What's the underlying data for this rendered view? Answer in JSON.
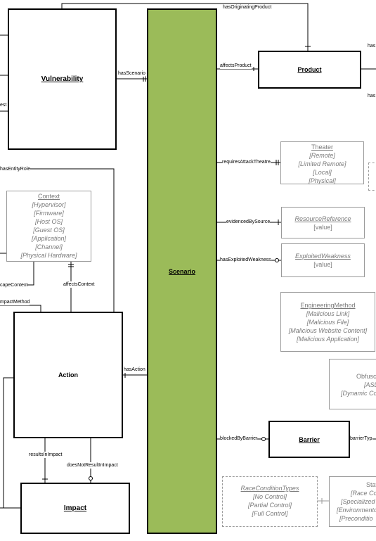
{
  "entities": {
    "vulnerability": "Vulnerability",
    "scenario": "Scenario",
    "product": "Product",
    "action": "Action",
    "impact": "Impact",
    "barrier": "Barrier"
  },
  "context": {
    "title": "Context",
    "values": [
      "[Hypervisor]",
      "[Firmware]",
      "[Host OS]",
      "[Guest OS]",
      "[Application]",
      "[Channel]",
      "[Physical Hardware]"
    ]
  },
  "theater": {
    "title": "Theater",
    "values": [
      "[Remote]",
      "[Limited Remote]",
      "[Local]",
      "[Physical]"
    ]
  },
  "resource_reference": {
    "title": "ResourceReference",
    "value": "[value]"
  },
  "exploited_weakness": {
    "title": "ExploitedWeakness",
    "value": "[value]"
  },
  "engineering_method": {
    "title": "EngineeringMethod",
    "values": [
      "[Malicious Link]",
      "[Malicious File]",
      "[Malicious Website Content]",
      "[Malicious Application]"
    ]
  },
  "obfuscation": {
    "title": "Obfusc",
    "values": [
      "[ASL",
      "[Dynamic Co"
    ]
  },
  "race_condition_types": {
    "title": "RaceConditionTypes",
    "values": [
      "[No Control]",
      "[Partial Control]",
      "[Full Control]"
    ]
  },
  "state": {
    "title": "Stat",
    "values": [
      "[Race Co",
      "[Specialized",
      "[Environmento",
      "[Preconditio"
    ]
  },
  "relations": {
    "has_originating_product": "hasOriginatingProduct",
    "has_scenario": "hasScenario",
    "affects_product": "affectsProduct",
    "requires_attack_theatre": "requiresAttackTheatre",
    "evidenced_by_source": "evidencedBySource",
    "has_exploited_weakness": "hasExploitedWeakness",
    "has_entity_role": "hasEntityRole",
    "escape_context": "capeContext",
    "affects_context": "affectsContext",
    "impact_method": "mpactMethod",
    "has_action": "hasAction",
    "results_in_impact": "resultsInImpact",
    "does_not_result_in_impact": "doesNotResultInImpact",
    "blocked_by_barrier": "blockedByBarrier",
    "barrier_type": "barrierTyp",
    "product_right_top": "has",
    "product_right_bottom": "has",
    "left_partial": "est"
  }
}
